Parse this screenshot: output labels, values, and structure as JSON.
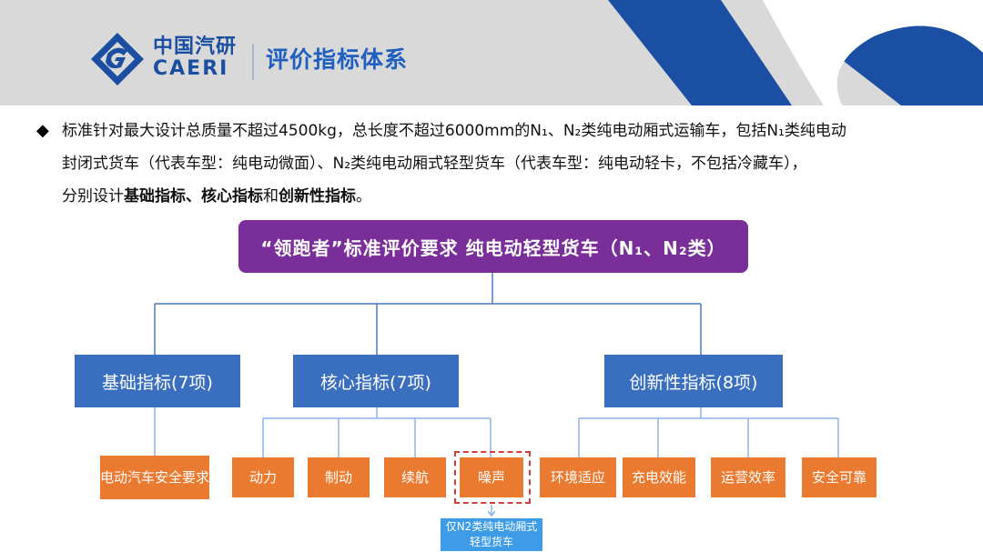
{
  "header": {
    "logo_cn": "中国汽研",
    "logo_en": "CAERI",
    "title": "评价指标体系"
  },
  "intro": {
    "line1": "标准针对最大设计总质量不超过4500kg，总长度不超过6000mm的N₁、N₂类纯电动厢式运输车，包括N₁类纯电动",
    "line2": "封闭式货车（代表车型：纯电动微面）、N₂类纯电动厢式轻型货车（代表车型：纯电动轻卡，不包括冷藏车），",
    "line3_prefix": "分别设计",
    "line3_bold1": "基础指标、核心指标",
    "line3_mid": "和",
    "line3_bold2": "创新性指标",
    "line3_end": "。"
  },
  "tree": {
    "root": "“领跑者”标准评价要求   纯电动轻型货车（N₁、N₂类）",
    "categories": [
      {
        "label": "基础指标(7项)",
        "children": [
          "电动汽车安全要求"
        ]
      },
      {
        "label": "核心指标(7项)",
        "children": [
          "动力",
          "制动",
          "续航",
          "噪声"
        ]
      },
      {
        "label": "创新性指标(8项)",
        "children": [
          "环境适应",
          "充电效能",
          "运营效率",
          "安全可靠"
        ]
      }
    ],
    "note": "仅N2类纯电动厢式轻型货车"
  },
  "colors": {
    "header_bg": "#d9d9d9",
    "brand_blue": "#1a4ea0",
    "root_purple": "#7a2e9a",
    "category_blue": "#3a6fc0",
    "leaf_orange": "#ea7a2f",
    "note_blue": "#3d9be8",
    "highlight_red": "#d63a3a"
  },
  "icons": {
    "bullet": "diamond-bullet-icon",
    "logo": "caeri-logo-icon"
  }
}
